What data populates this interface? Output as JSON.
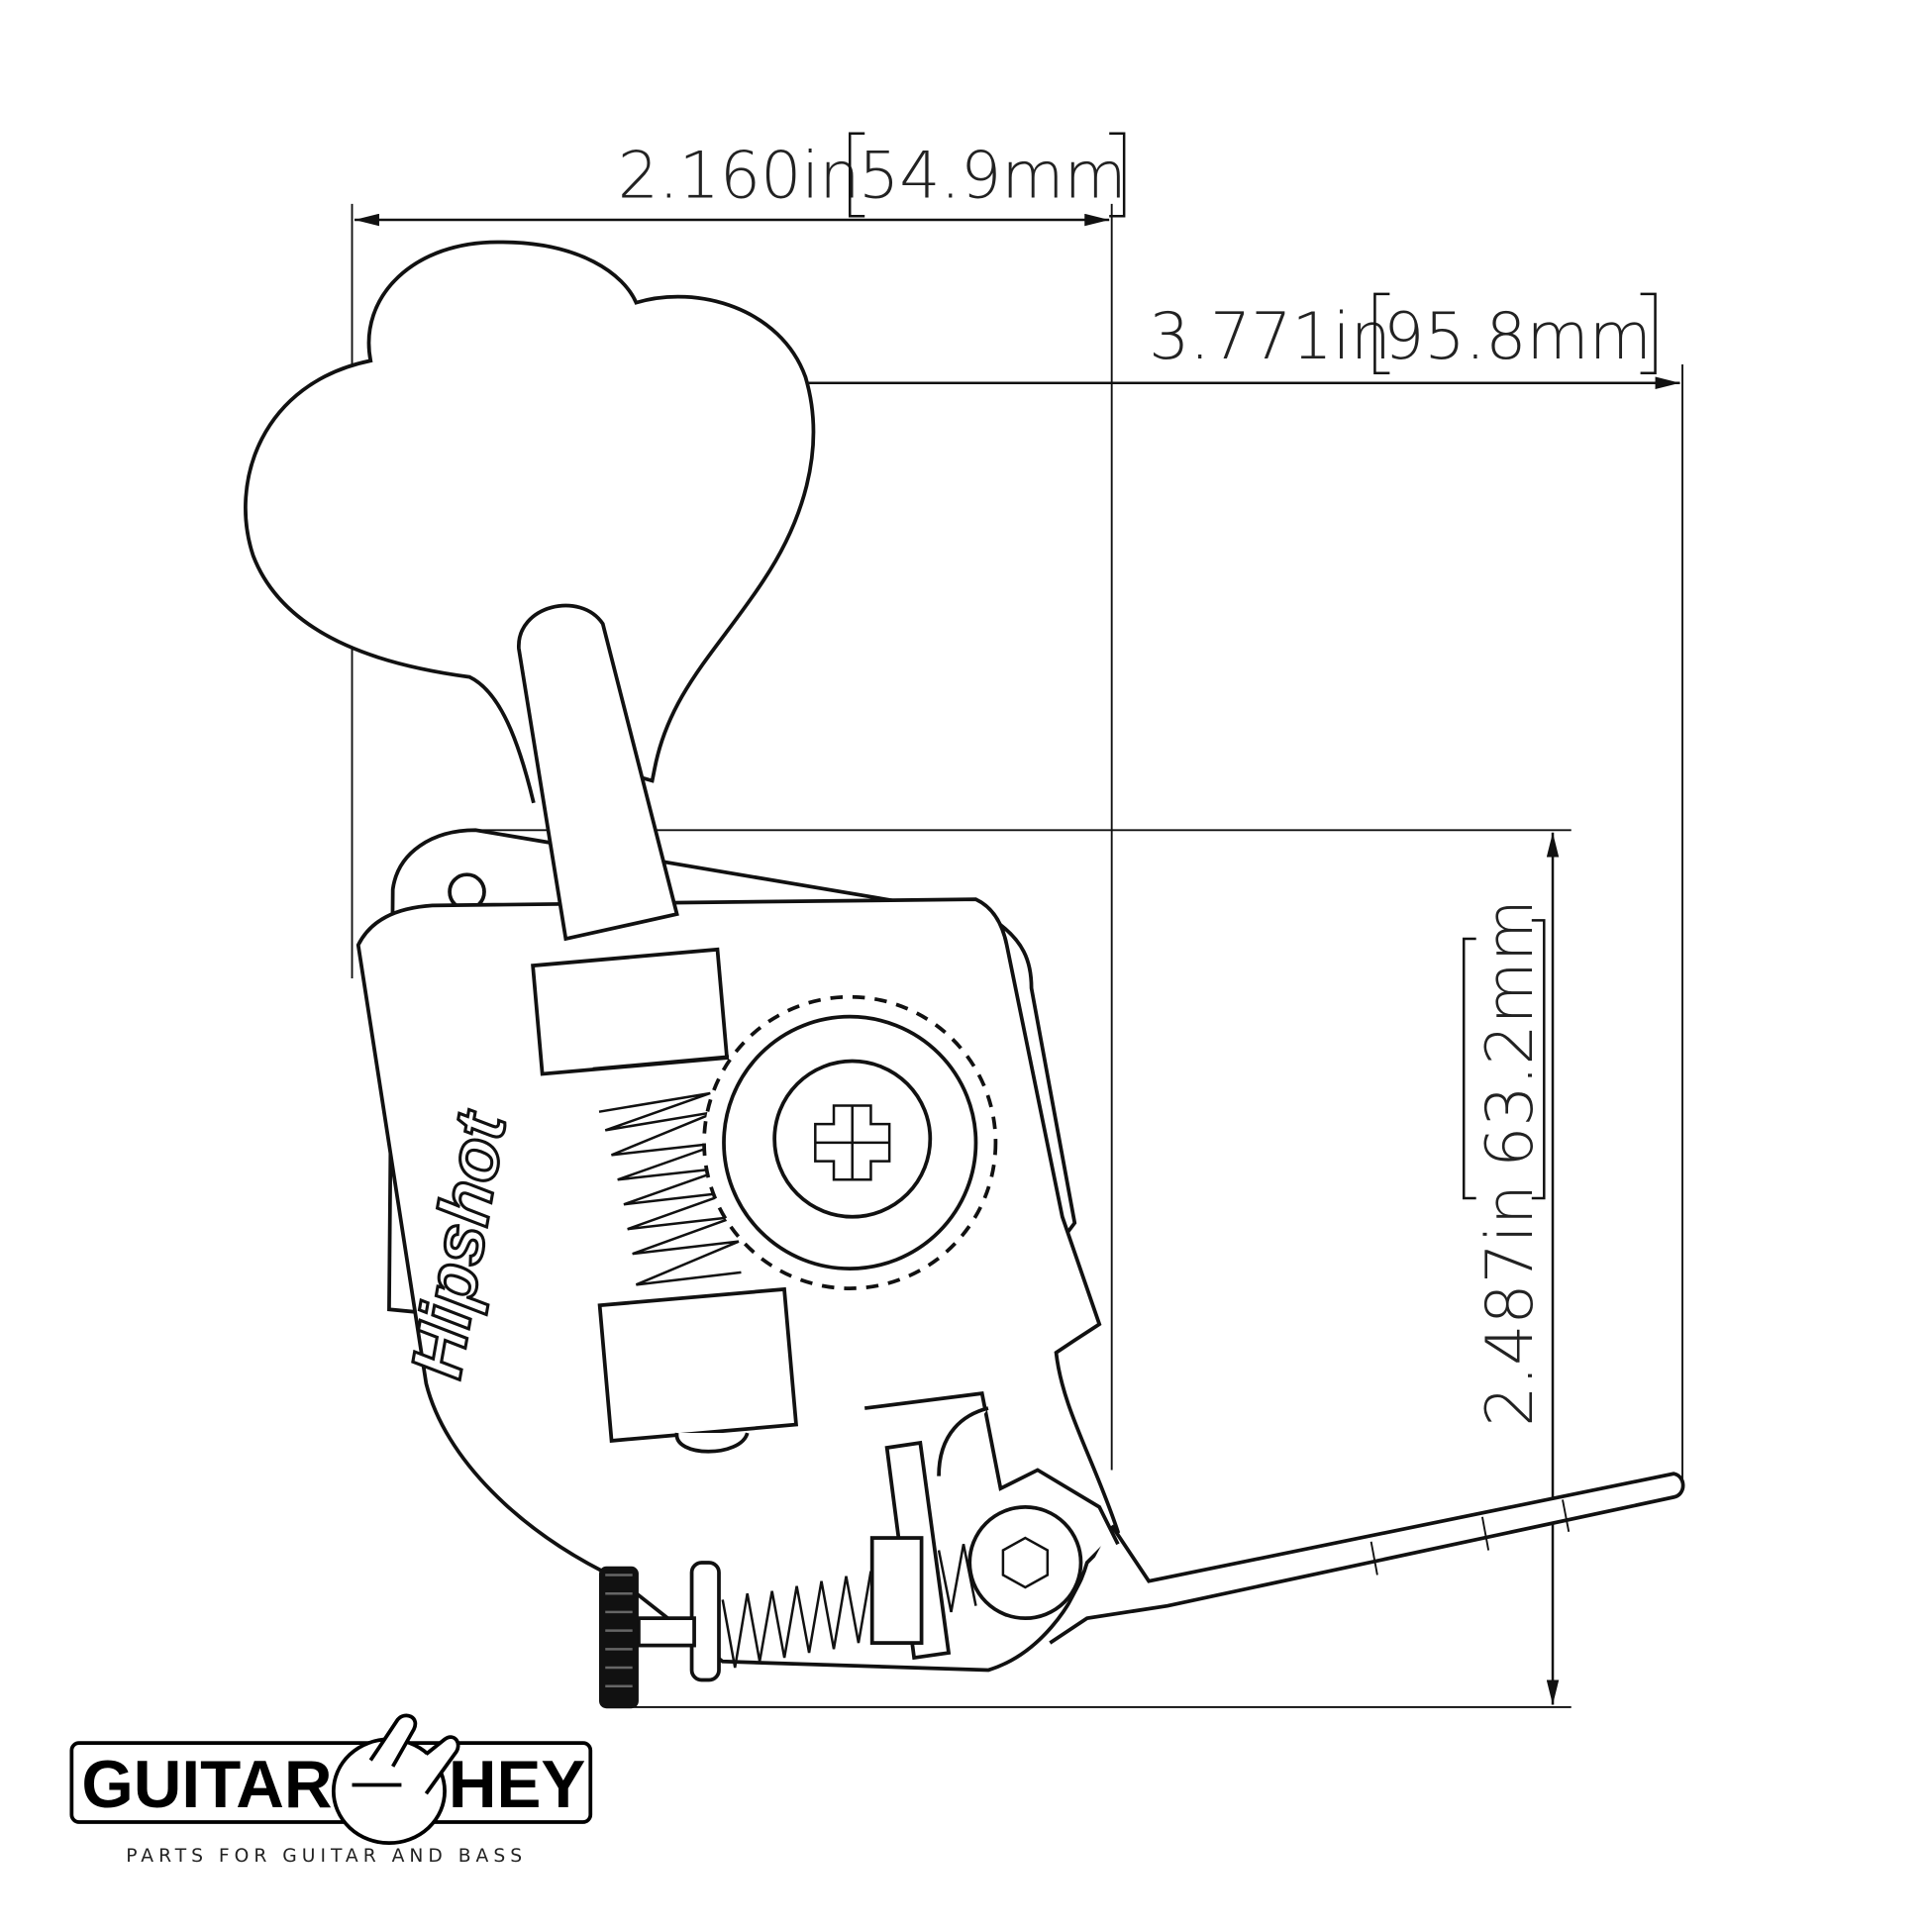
{
  "dimensions": {
    "width_head": {
      "inches": "2.160in",
      "mm": "54.9mm"
    },
    "width_total": {
      "inches": "3.771in",
      "mm": "95.8mm"
    },
    "height_body": {
      "inches": "2.487in",
      "mm": "63.2mm"
    }
  },
  "product_brand_mark": "Hipshot",
  "logo": {
    "left": "GUITAR",
    "right": "HEY",
    "tagline": "PARTS FOR GUITAR AND BASS"
  },
  "colors": {
    "line": "#111111",
    "background": "#ffffff"
  }
}
